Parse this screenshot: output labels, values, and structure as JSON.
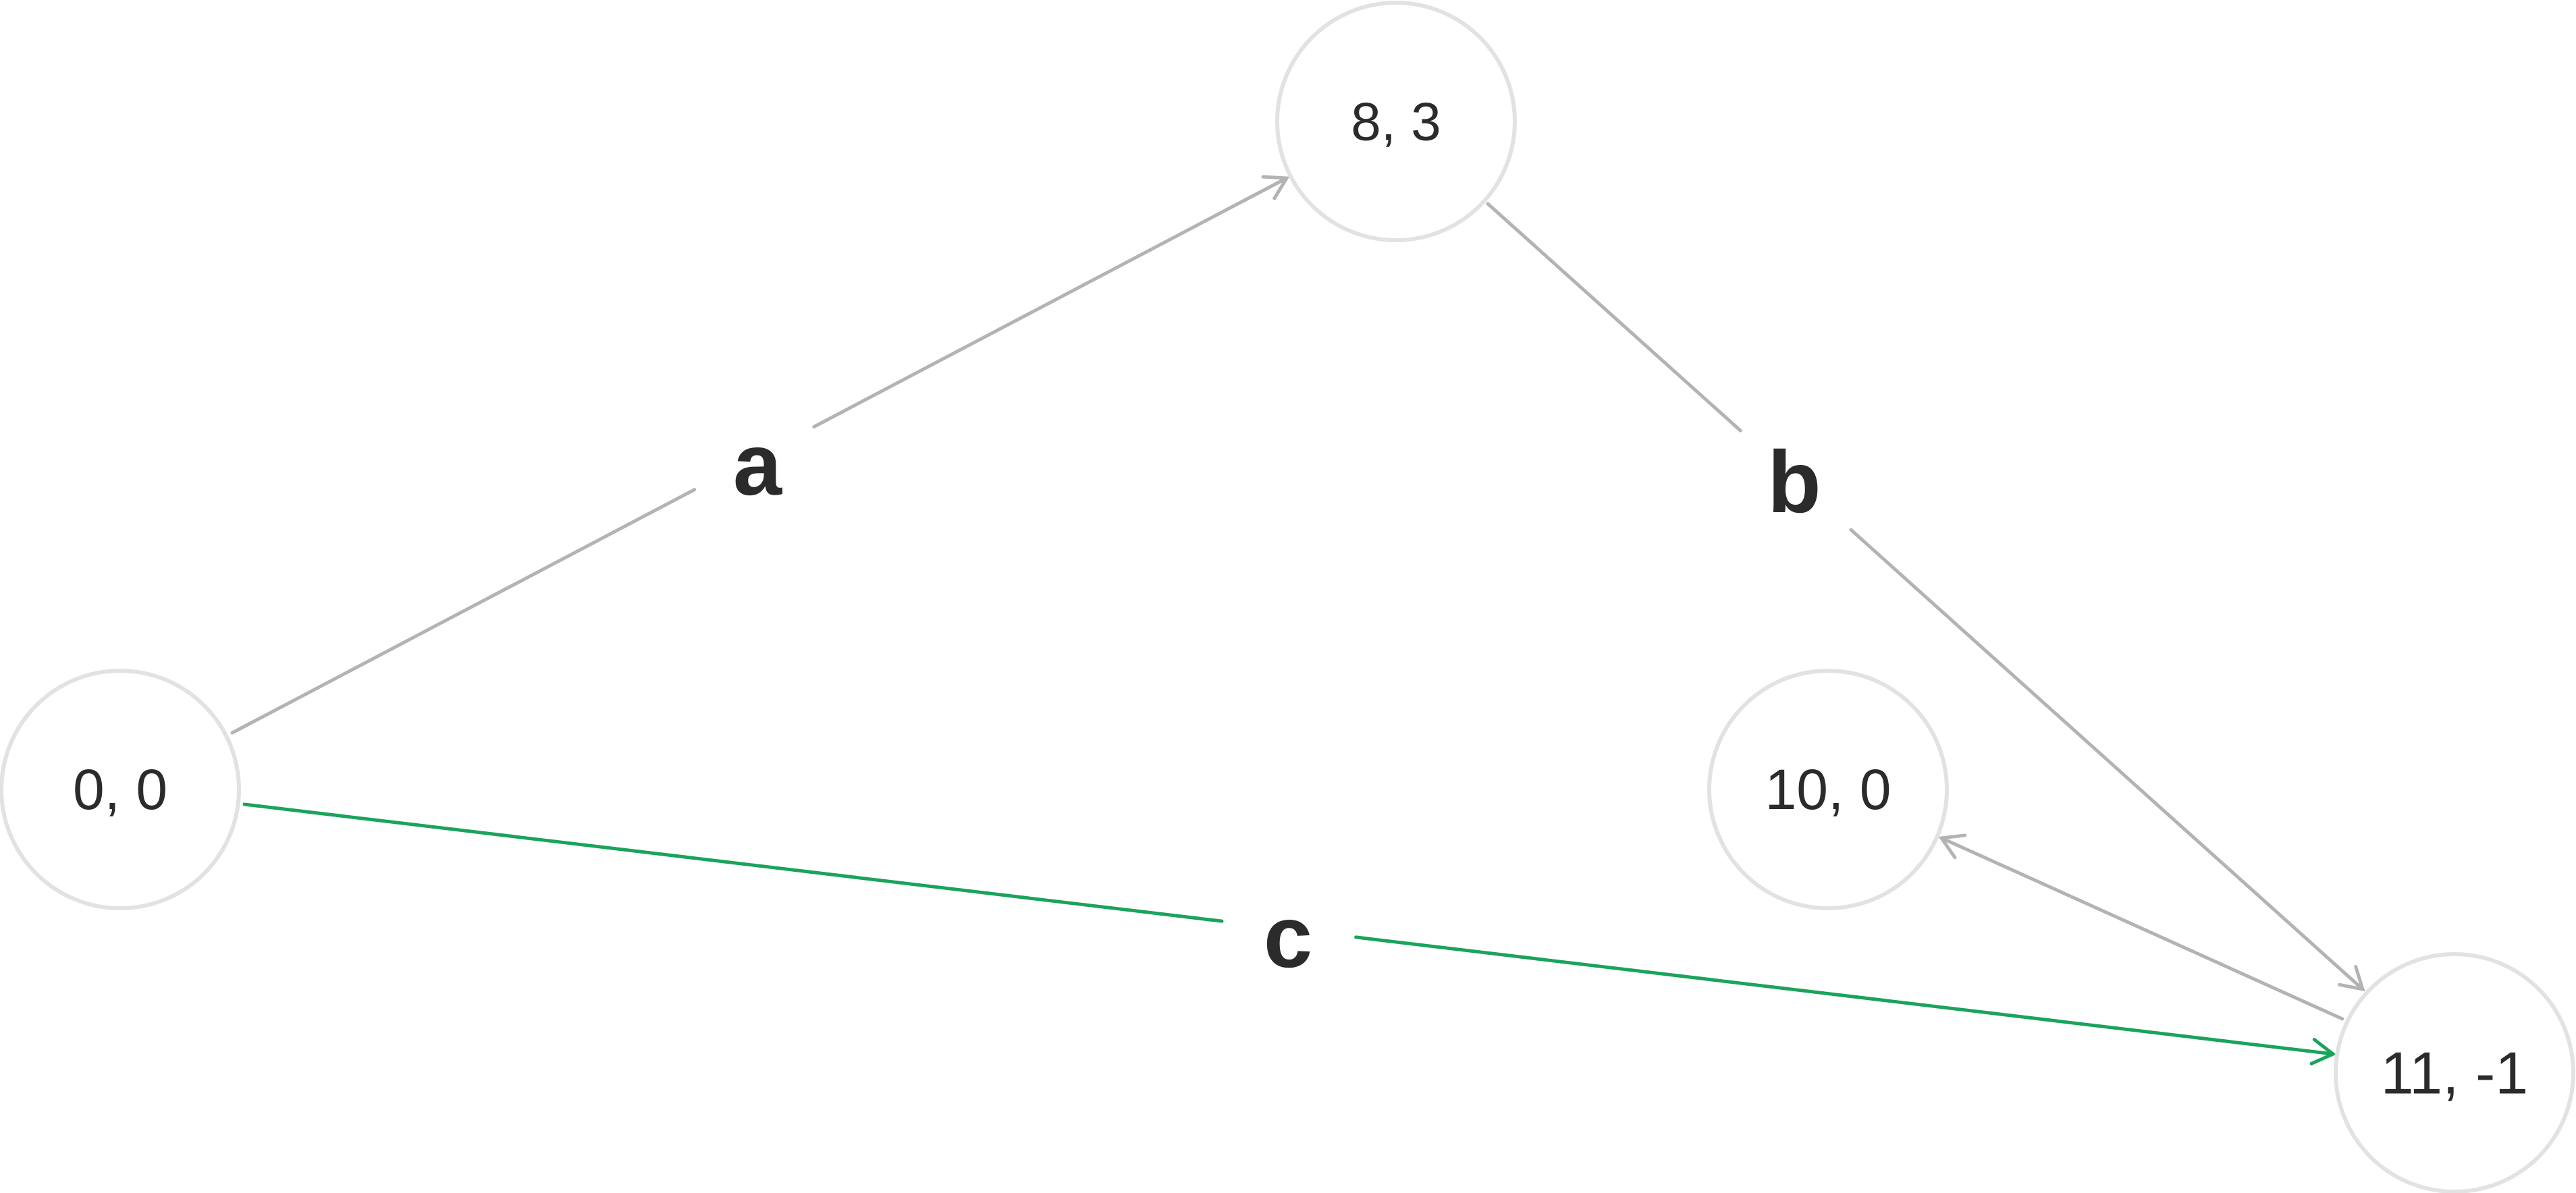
{
  "colors": {
    "node_stroke": "#e2e2e2",
    "edge_default": "#b3b3b3",
    "edge_highlight": "#1aa35b",
    "text": "#2b2b2b"
  },
  "nodes": [
    {
      "id": "n00",
      "label": "0, 0"
    },
    {
      "id": "n83",
      "label": "8, 3"
    },
    {
      "id": "n100",
      "label": "10, 0"
    },
    {
      "id": "n11m1",
      "label": "11, -1"
    }
  ],
  "edges": [
    {
      "id": "a",
      "label": "a",
      "from": "n00",
      "to": "n83",
      "highlighted": false
    },
    {
      "id": "b",
      "label": "b",
      "from": "n83",
      "to": "n11m1",
      "highlighted": false
    },
    {
      "id": "c",
      "label": "c",
      "from": "n00",
      "to": "n11m1",
      "highlighted": true
    },
    {
      "id": "d",
      "label": "",
      "from": "n11m1",
      "to": "n100",
      "highlighted": false
    }
  ]
}
